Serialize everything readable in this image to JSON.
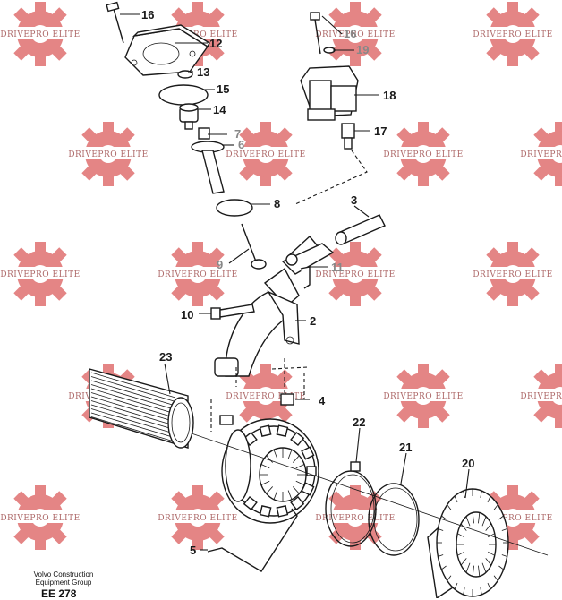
{
  "watermark": {
    "text": "DRIVEPRO ELITE",
    "color": "#e07070"
  },
  "callouts": {
    "c2": "2",
    "c3": "3",
    "c4": "4",
    "c5": "5",
    "c6": "6",
    "c7": "7",
    "c8": "8",
    "c9": "9",
    "c10": "10",
    "c11": "11",
    "c12": "12",
    "c13": "13",
    "c14": "14",
    "c15": "15",
    "c16a": "16",
    "c16b": "16",
    "c17": "17",
    "c18": "18",
    "c19": "19",
    "c20": "20",
    "c21": "21",
    "c22": "22",
    "c23": "23"
  },
  "credit": {
    "line1": "Volvo Construction",
    "line2": "Equipment Group",
    "code": "EE 278"
  }
}
